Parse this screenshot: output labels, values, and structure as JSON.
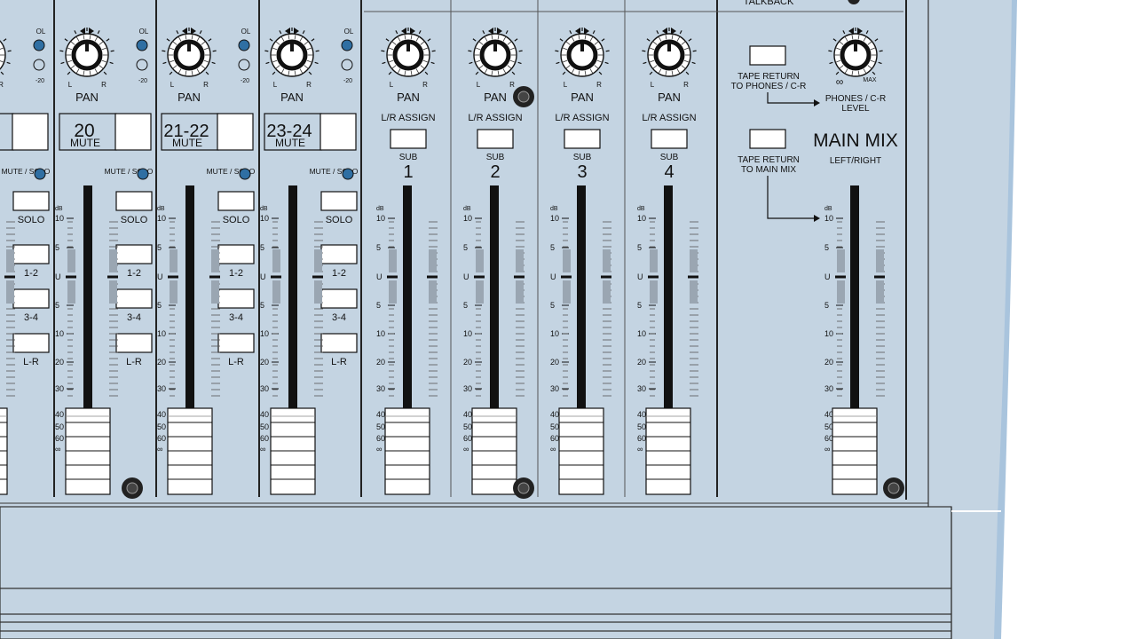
{
  "colors": {
    "panel": "#c4d4e2",
    "panel_edge": "#a9c4dd",
    "background": "#ffffff",
    "led": "#2f6fa3",
    "ink": "#111111"
  },
  "channels": [
    {
      "mute_label": "",
      "mute_number": "",
      "solo_label": "SOLO",
      "assign": [
        "1-2",
        "3-4",
        "L-R"
      ],
      "pan_label": "",
      "mute_solo_label": "MUTE / SOLO",
      "partial": true
    },
    {
      "mute_label": "MUTE",
      "mute_number": "20",
      "solo_label": "SOLO",
      "assign": [
        "1-2",
        "3-4",
        "L-R"
      ],
      "pan_label": "PAN",
      "mute_solo_label": "MUTE / SOLO"
    },
    {
      "mute_label": "MUTE",
      "mute_number": "21-22",
      "solo_label": "SOLO",
      "assign": [
        "1-2",
        "3-4",
        "L-R"
      ],
      "pan_label": "PAN",
      "mute_solo_label": "MUTE / SOLO"
    },
    {
      "mute_label": "MUTE",
      "mute_number": "23-24",
      "solo_label": "SOLO",
      "assign": [
        "1-2",
        "3-4",
        "L-R"
      ],
      "pan_label": "PAN",
      "mute_solo_label": "MUTE / SOLO"
    }
  ],
  "channel_meter": {
    "ol": "OL",
    "minus20": "-20"
  },
  "subgroups": [
    {
      "pan_label": "PAN",
      "assign_label": "L/R ASSIGN",
      "sub_label": "SUB",
      "sub_number": "1"
    },
    {
      "pan_label": "PAN",
      "assign_label": "L/R ASSIGN",
      "sub_label": "SUB",
      "sub_number": "2"
    },
    {
      "pan_label": "PAN",
      "assign_label": "L/R ASSIGN",
      "sub_label": "SUB",
      "sub_number": "3"
    },
    {
      "pan_label": "PAN",
      "assign_label": "L/R ASSIGN",
      "sub_label": "SUB",
      "sub_number": "4"
    }
  ],
  "knob": {
    "left": "L",
    "right": "R"
  },
  "fader_scale": {
    "db": "dB",
    "marks": [
      "10",
      "5",
      "U",
      "5",
      "10",
      "20",
      "30",
      "40",
      "50",
      "60",
      "∞"
    ]
  },
  "master": {
    "talkback": "TALKBACK",
    "tape_phones_1": "TAPE RETURN",
    "tape_phones_2": "TO PHONES / C-R",
    "phones_level_1": "PHONES / C-R",
    "phones_level_2": "LEVEL",
    "knob_min": "∞",
    "knob_max": "MAX",
    "tape_main_1": "TAPE RETURN",
    "tape_main_2": "TO MAIN MIX",
    "main_mix": "MAIN MIX",
    "left_right": "LEFT/RIGHT"
  }
}
